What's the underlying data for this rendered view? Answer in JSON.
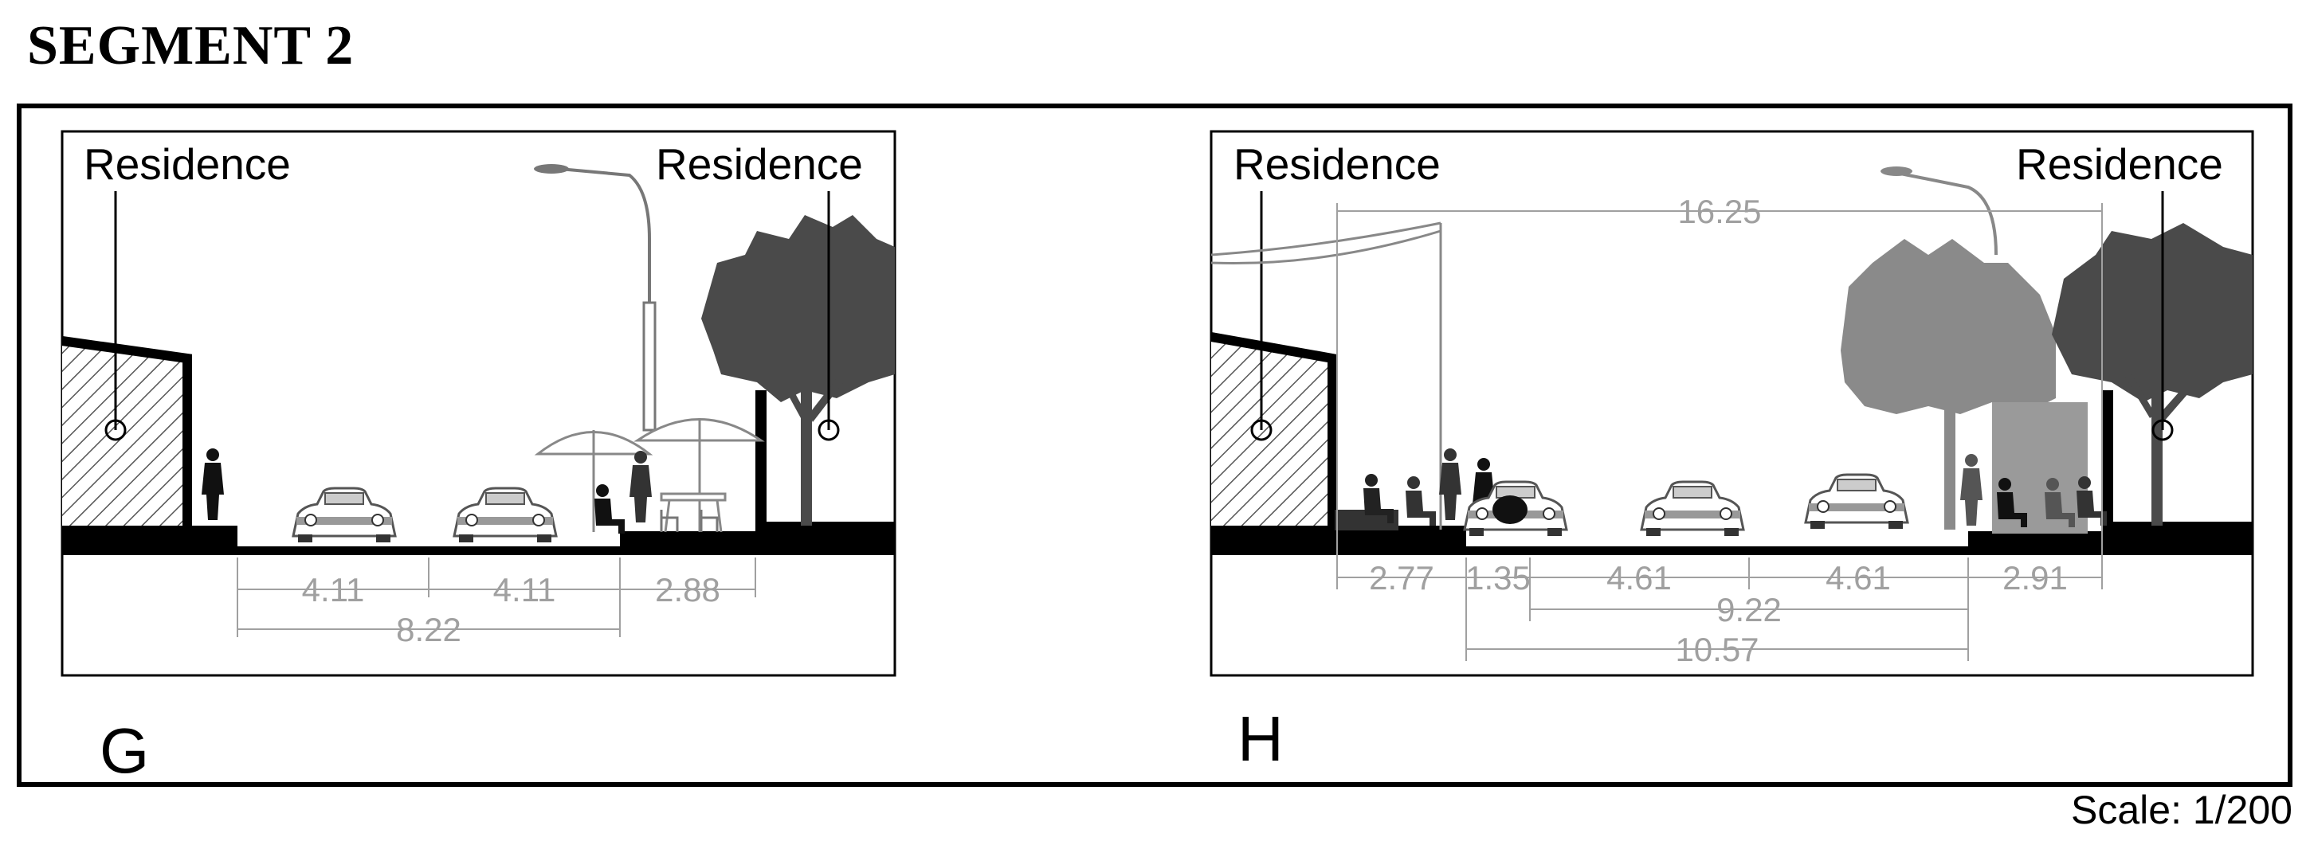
{
  "title": "SEGMENT 2",
  "scale": "Scale: 1/200",
  "panel_g": {
    "letter": "G",
    "left_label": "Residence",
    "right_label": "Residence",
    "dims": [
      "4.11",
      "4.11",
      "2.88",
      "8.22"
    ]
  },
  "panel_h": {
    "letter": "H",
    "left_label": "Residence",
    "right_label": "Residence",
    "dims": [
      "16.25",
      "2.77",
      "1.35",
      "4.61",
      "4.61",
      "2.91",
      "9.22",
      "10.57"
    ]
  }
}
